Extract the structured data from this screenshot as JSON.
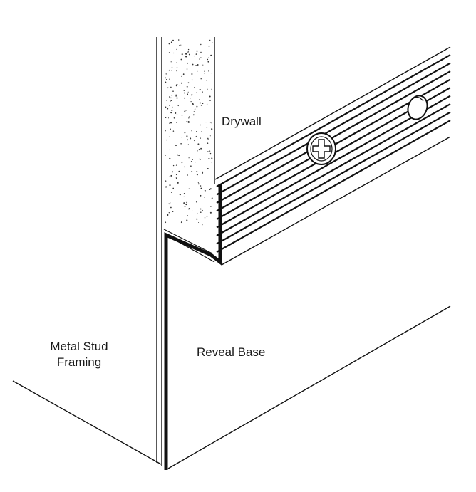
{
  "labels": {
    "drywall": "Drywall",
    "reveal_base": "Reveal Base",
    "metal_stud_line1": "Metal Stud",
    "metal_stud_line2": "Framing"
  },
  "colors": {
    "ink": "#111111",
    "background": "#ffffff"
  }
}
